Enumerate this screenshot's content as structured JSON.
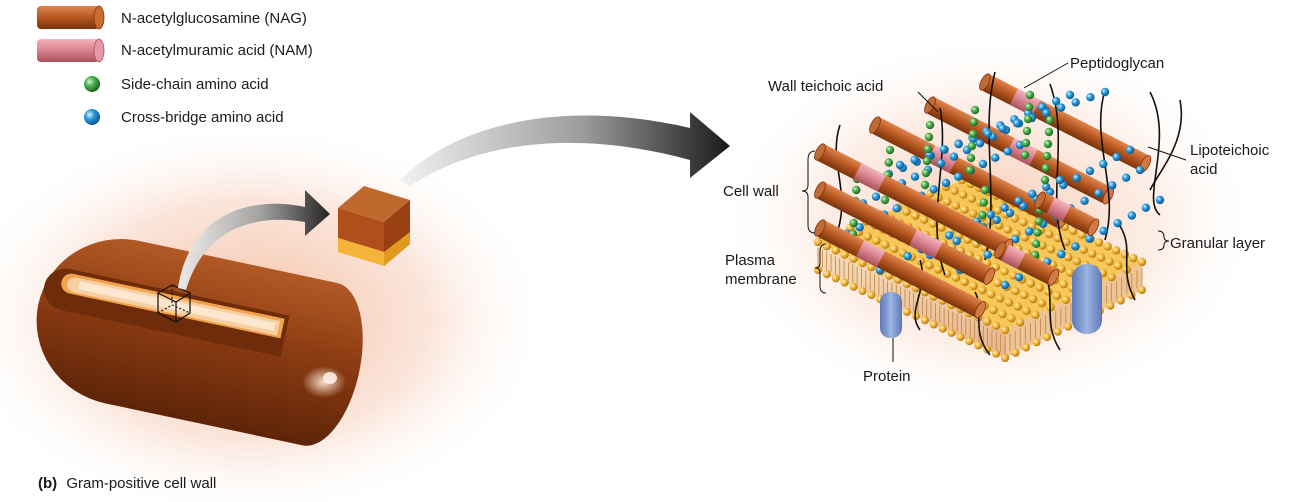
{
  "legend": {
    "items": [
      {
        "label": "N-acetylglucosamine (NAG)",
        "icon": "nag-rod-icon",
        "color": "#b5561f"
      },
      {
        "label": "N-acetylmuramic acid (NAM)",
        "icon": "nam-rod-icon",
        "color": "#d9828f"
      },
      {
        "label": "Side-chain amino acid",
        "icon": "green-sphere-icon",
        "color": "#3a9b3e"
      },
      {
        "label": "Cross-bridge amino acid",
        "icon": "blue-sphere-icon",
        "color": "#2a8fd1"
      }
    ]
  },
  "labels": {
    "peptidoglycan": "Peptidoglycan",
    "wall_teichoic_acid": "Wall teichoic acid",
    "lipoteichoic_1": "Lipoteichoic",
    "lipoteichoic_2": "acid",
    "cell_wall": "Cell wall",
    "granular_layer": "Granular layer",
    "plasma_1": "Plasma",
    "plasma_2": "membrane",
    "protein": "Protein"
  },
  "caption": {
    "letter": "(b)",
    "text": "Gram-positive cell wall"
  },
  "colors": {
    "nag": "#b5561f",
    "nam": "#d9828f",
    "side_chain": "#3a9b3e",
    "cross_bridge": "#2a8fd1",
    "membrane_head": "#f0b43a",
    "protein": "#7e9ad0",
    "cell_body": "#8f3f15",
    "glow": "#f6c7ae"
  }
}
